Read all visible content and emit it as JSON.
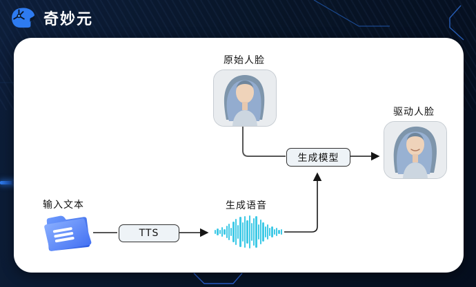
{
  "header": {
    "logo_text": "奇妙元"
  },
  "diagram": {
    "original_face": {
      "label": "原始人脸"
    },
    "driven_face": {
      "label": "驱动人脸"
    },
    "gen_model": {
      "label": "生成模型"
    },
    "tts": {
      "label": "TTS"
    },
    "input_text": {
      "label": "输入文本"
    },
    "speech": {
      "label": "生成语音"
    },
    "waveform": {
      "bars": [
        6,
        10,
        6,
        14,
        8,
        18,
        24,
        12,
        30,
        38,
        20,
        44,
        28,
        46,
        34,
        48,
        26,
        40,
        46,
        22,
        36,
        28,
        16,
        22,
        12,
        16,
        8,
        12,
        6,
        8
      ]
    }
  },
  "colors": {
    "accent_blue": "#2f7df0",
    "waveform_cyan": "#3ec9e6",
    "bg_navy": "#081527",
    "card_bg": "#ffffff",
    "box_fill": "#eef3f7",
    "box_border": "#2f2f2f",
    "gray_line": "#555555",
    "black_arrow": "#151515"
  }
}
